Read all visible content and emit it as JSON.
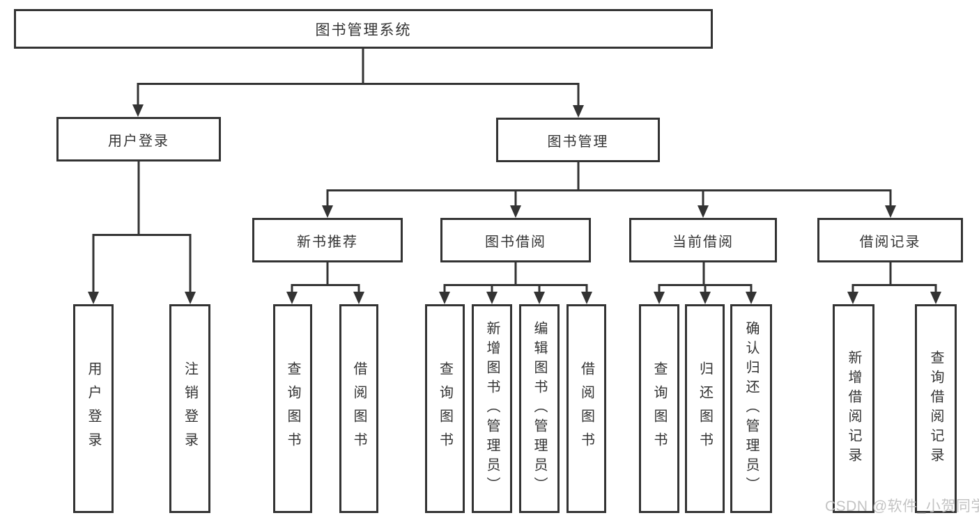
{
  "tree": {
    "label": "图书管理系统",
    "children": [
      {
        "label": "用户登录",
        "children": [
          {
            "label": "用户登录"
          },
          {
            "label": "注销登录"
          }
        ]
      },
      {
        "label": "图书管理",
        "children": [
          {
            "label": "新书推荐",
            "children": [
              {
                "label": "查询图书"
              },
              {
                "label": "借阅图书"
              }
            ]
          },
          {
            "label": "图书借阅",
            "children": [
              {
                "label": "查询图书"
              },
              {
                "label": "新增图书（管理员）"
              },
              {
                "label": "编辑图书（管理员）"
              },
              {
                "label": "借阅图书"
              }
            ]
          },
          {
            "label": "当前借阅",
            "children": [
              {
                "label": "查询图书"
              },
              {
                "label": "归还图书"
              },
              {
                "label": "确认归还（管理员）"
              }
            ]
          },
          {
            "label": "借阅记录",
            "children": [
              {
                "label": "新增借阅记录"
              },
              {
                "label": "查询借阅记录"
              }
            ]
          }
        ]
      }
    ]
  },
  "watermark": {
    "text": "CSDN @软件_小贺同学"
  },
  "colors": {
    "line": "#333333",
    "box_border": "#333333",
    "text": "#333333",
    "watermark": "#c0c0c0",
    "background": "#ffffff"
  }
}
